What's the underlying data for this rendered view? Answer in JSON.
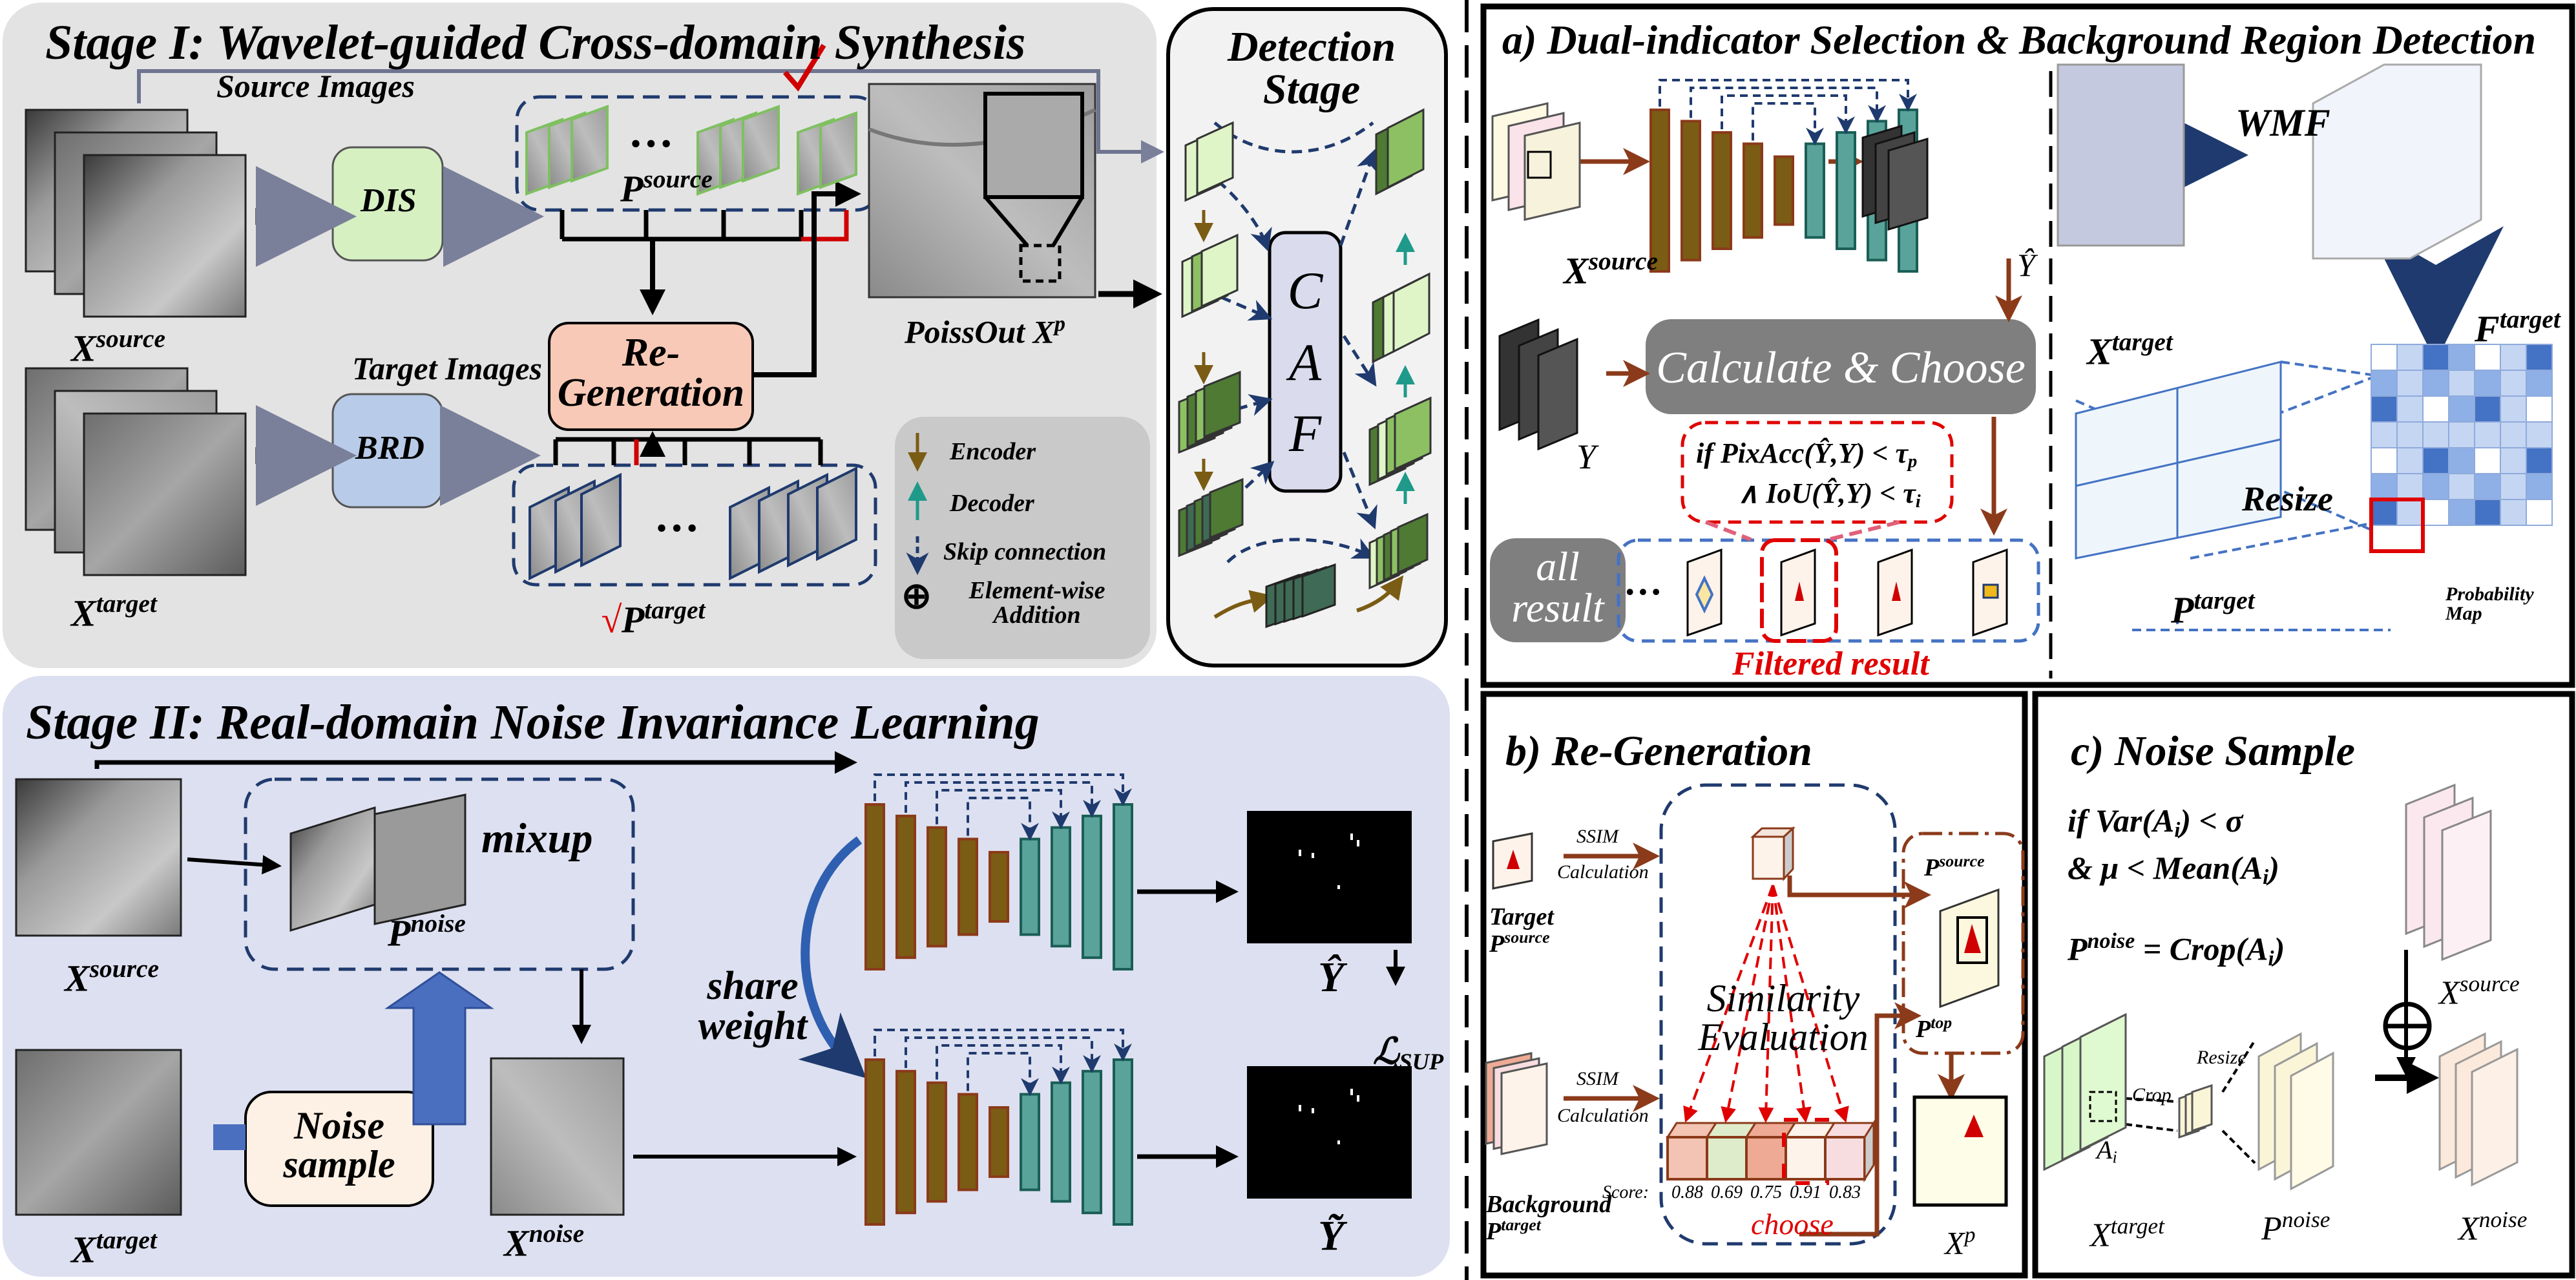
{
  "stage1": {
    "title": "Stage I:   Wavelet-guided Cross-domain Synthesis",
    "source_images": "Source Images",
    "target_images": "Target Images",
    "dis": "DIS",
    "brd": "BRD",
    "regen_line1": "Re-",
    "regen_line2": "Generation",
    "x_source": {
      "b": "X",
      "s": "source"
    },
    "x_target": {
      "b": "X",
      "s": "target"
    },
    "p_source": {
      "b": "P",
      "s": "source"
    },
    "p_target": {
      "check": "√",
      "b": "P",
      "s": "target"
    },
    "ellipsis": "…",
    "poissout": {
      "t": "PoissOut ",
      "b": "X",
      "s": "p"
    },
    "checkmark": "√"
  },
  "legend": {
    "encoder": "Encoder",
    "decoder": "Decoder",
    "skip": "Skip connection",
    "addition_symbol": "⊕",
    "addition_line1": "Element-wise",
    "addition_line2": "Addition",
    "colors": {
      "encoder": "#7a5c14",
      "decoder": "#1f9a8a",
      "skip": "#1f3a6e"
    }
  },
  "detection": {
    "title_line1": "Detection",
    "title_line2": "Stage",
    "caf": [
      "C",
      "A",
      "F"
    ]
  },
  "stage2": {
    "title": "Stage II: Real-domain Noise Invariance Learning",
    "x_source": {
      "b": "X",
      "s": "source"
    },
    "x_target": {
      "b": "X",
      "s": "target"
    },
    "x_noise": {
      "b": "X",
      "s": "noise"
    },
    "p_noise": {
      "b": "P",
      "s": "noise"
    },
    "mixup": "mixup",
    "noise_sample_line1": "Noise",
    "noise_sample_line2": "sample",
    "share_line1": "share",
    "share_line2": "weight",
    "y_hat": "Ŷ",
    "y_tilde": "Ỹ",
    "loss": {
      "b": "ℒ",
      "sub": "SUP"
    }
  },
  "panel_a": {
    "title": "a) Dual-indicator Selection & Background Region Detection",
    "x_source": {
      "b": "X",
      "s": "source"
    },
    "y_hat": "Ŷ",
    "y": "Y",
    "calc": "Calculate & Choose",
    "cond1": {
      "t": "if PixAcc(Ŷ,Y) < τ",
      "sub": "p"
    },
    "cond2": {
      "t": "∧ IoU(Ŷ,Y) < τ",
      "sub": "i"
    },
    "all_result_line1": "all",
    "all_result_line2": "result",
    "ellipsis": "…",
    "filtered": "Filtered result",
    "x_target": {
      "b": "X",
      "s": "target"
    },
    "wmf": "WMF",
    "f_target": {
      "b": "F",
      "s": "target"
    },
    "resize": "Resize",
    "p_target": {
      "b": "P",
      "s": "target"
    },
    "prob_line1": "Probability",
    "prob_line2": "Map"
  },
  "panel_b": {
    "title": "b) Re-Generation",
    "ssim": "SSIM",
    "calculation": "Calculation",
    "target_label": "Target",
    "target_p": {
      "b": "P",
      "s": "source"
    },
    "background_label": "Background",
    "background_p": {
      "b": "P",
      "s": "target"
    },
    "similarity_line1": "Similarity",
    "similarity_line2": "Evaluation",
    "score_label": "Score:",
    "scores": [
      0.88,
      0.69,
      0.75,
      0.91,
      0.83
    ],
    "score_colors": [
      "#f3c3b3",
      "#dfeccb",
      "#eeaa94",
      "#fdf3ea",
      "#f8dde0"
    ],
    "chosen_index": 3,
    "choose": "choose",
    "p_source": {
      "b": "P",
      "s": "source"
    },
    "p_top": {
      "b": "P",
      "s": "top"
    },
    "x_p": {
      "b": "X",
      "s": "p"
    }
  },
  "panel_c": {
    "title": "c)  Noise Sample",
    "f1": {
      "t1": "if     Var(A",
      "sub1": "i",
      "t2": ") < σ"
    },
    "f2": {
      "t1": "& μ < Mean(A",
      "sub1": "i",
      "t2": ")"
    },
    "f3": {
      "b": "P",
      "s": "noise",
      "t1": " = Crop(A",
      "sub1": "i",
      "t2": ")"
    },
    "x_source": {
      "b": "X",
      "s": "source"
    },
    "x_target": {
      "b": "X",
      "s": "target"
    },
    "p_noise": {
      "b": "P",
      "s": "noise"
    },
    "x_noise": {
      "b": "X",
      "s": "noise"
    },
    "a_i": {
      "b": "A",
      "sub": "i"
    },
    "crop": "Crop",
    "resize": "Resize",
    "plus": "⊕"
  }
}
